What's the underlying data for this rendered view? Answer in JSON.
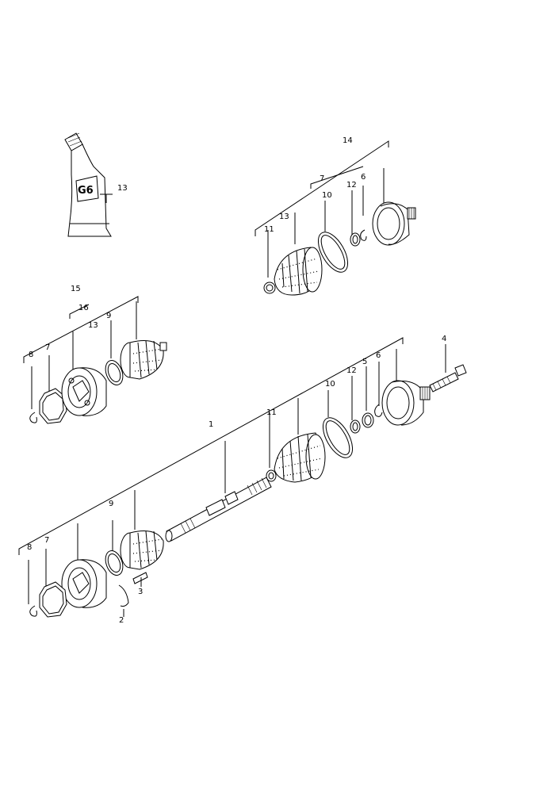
{
  "diagram": {
    "grease_tube": {
      "logo": "G6"
    },
    "callouts": {
      "c13_tube": "13",
      "c14": "14",
      "c7_top": "7",
      "c6_top": "6",
      "c12_top": "12",
      "c10_top": "10",
      "c13_top": "13",
      "c11_top": "11",
      "c15": "15",
      "c16": "16",
      "c13_left": "13",
      "c9_left": "9",
      "c8_left": "8",
      "c7_left": "7",
      "c1": "1",
      "c4": "4",
      "c11_main": "11",
      "c10_main": "10",
      "c12_main": "12",
      "c5_main": "5",
      "c6_main": "6",
      "c9_bottom": "9",
      "c8_bottom": "8",
      "c7_bottom": "7",
      "c3": "3",
      "c2": "2"
    }
  }
}
